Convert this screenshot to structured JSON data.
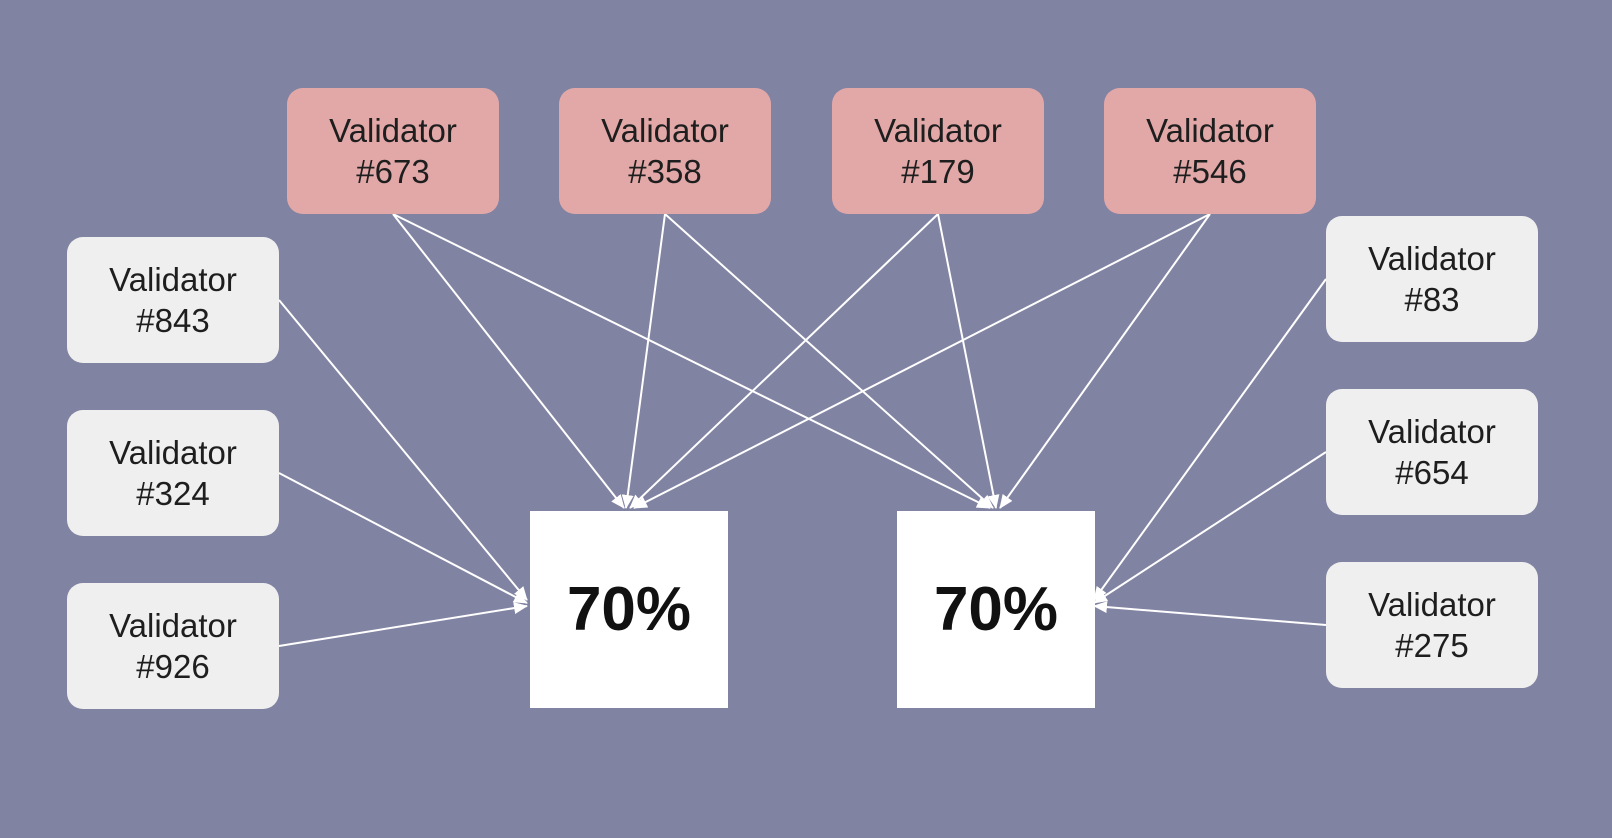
{
  "colors": {
    "background": "#8183a2",
    "attacker_node": "#e2a8a8",
    "honest_node": "#efefef",
    "result_box": "#ffffff",
    "edge": "#ffffff"
  },
  "attacker_validators": [
    {
      "line1": "Validator",
      "line2": "#673"
    },
    {
      "line1": "Validator",
      "line2": "#358"
    },
    {
      "line1": "Validator",
      "line2": "#179"
    },
    {
      "line1": "Validator",
      "line2": "#546"
    }
  ],
  "left_validators": [
    {
      "line1": "Validator",
      "line2": "#843"
    },
    {
      "line1": "Validator",
      "line2": "#324"
    },
    {
      "line1": "Validator",
      "line2": "#926"
    }
  ],
  "right_validators": [
    {
      "line1": "Validator",
      "line2": "#83"
    },
    {
      "line1": "Validator",
      "line2": "#654"
    },
    {
      "line1": "Validator",
      "line2": "#275"
    }
  ],
  "results": [
    {
      "label": "70%"
    },
    {
      "label": "70%"
    }
  ],
  "edges": [
    {
      "from": "#673",
      "to": "result-1"
    },
    {
      "from": "#673",
      "to": "result-2"
    },
    {
      "from": "#358",
      "to": "result-1"
    },
    {
      "from": "#358",
      "to": "result-2"
    },
    {
      "from": "#179",
      "to": "result-1"
    },
    {
      "from": "#179",
      "to": "result-2"
    },
    {
      "from": "#546",
      "to": "result-1"
    },
    {
      "from": "#546",
      "to": "result-2"
    },
    {
      "from": "#843",
      "to": "result-1"
    },
    {
      "from": "#324",
      "to": "result-1"
    },
    {
      "from": "#926",
      "to": "result-1"
    },
    {
      "from": "#83",
      "to": "result-2"
    },
    {
      "from": "#654",
      "to": "result-2"
    },
    {
      "from": "#275",
      "to": "result-2"
    }
  ]
}
